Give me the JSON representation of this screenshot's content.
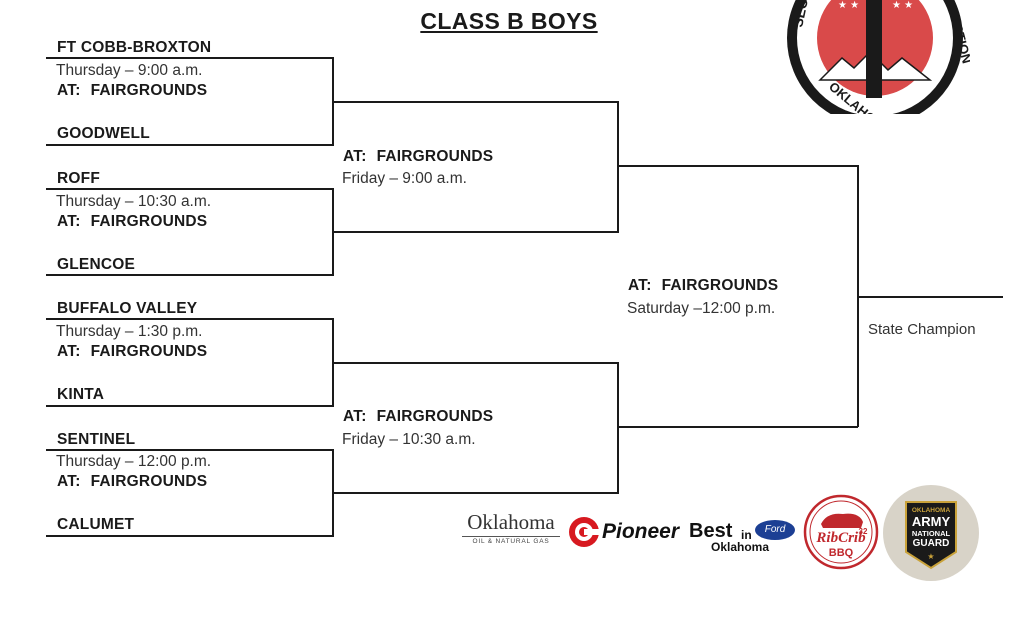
{
  "title": "CLASS B BOYS",
  "round1": [
    {
      "team_top": "FT COBB-BROXTON",
      "time": "Thursday – 9:00 a.m.",
      "venue_label": "AT:",
      "venue": "FAIRGROUNDS",
      "team_bottom": "GOODWELL"
    },
    {
      "team_top": "ROFF",
      "time": "Thursday – 10:30 a.m.",
      "venue_label": "AT:",
      "venue": "FAIRGROUNDS",
      "team_bottom": "GLENCOE"
    },
    {
      "team_top": "BUFFALO VALLEY",
      "time": "Thursday – 1:30 p.m.",
      "venue_label": "AT:",
      "venue": "FAIRGROUNDS",
      "team_bottom": "KINTA"
    },
    {
      "team_top": "SENTINEL",
      "time": "Thursday – 12:00 p.m.",
      "venue_label": "AT:",
      "venue": "FAIRGROUNDS",
      "team_bottom": "CALUMET"
    }
  ],
  "semis": [
    {
      "venue_label": "AT:",
      "venue": "FAIRGROUNDS",
      "time": "Friday – 9:00 a.m."
    },
    {
      "venue_label": "AT:",
      "venue": "FAIRGROUNDS",
      "time": "Friday – 10:30 a.m."
    }
  ],
  "final": {
    "venue_label": "AT:",
    "venue": "FAIRGROUNDS",
    "time": "Saturday –12:00 p.m."
  },
  "champion_label": "State Champion",
  "sponsors": {
    "oklahoma": "Oklahoma",
    "oklahoma_sub": "OIL & NATURAL GAS",
    "pioneer": "Pioneer",
    "best_main": "Best",
    "best_in": "in",
    "best_ok": "Oklahoma",
    "ford": "Ford",
    "ribcrib": "RibCrib",
    "ribcrib_num": "32",
    "ribcrib_bbq": "BBQ",
    "guard_top": "OKLAHOMA",
    "guard_army": "ARMY",
    "guard_national": "NATIONAL",
    "guard_guard": "GUARD"
  },
  "logo": {
    "arc_left": "SECO",
    "arc_right": "ASSOCIATION",
    "arc_bottom": "OKLAHOMA"
  },
  "colors": {
    "line": "#1a1a1a",
    "logo_red": "#d94a4a",
    "pioneer_red": "#d71920",
    "ford_blue": "#1c3f94",
    "ribcrib_red": "#c0282d",
    "guard_gold": "#c9a23a"
  }
}
